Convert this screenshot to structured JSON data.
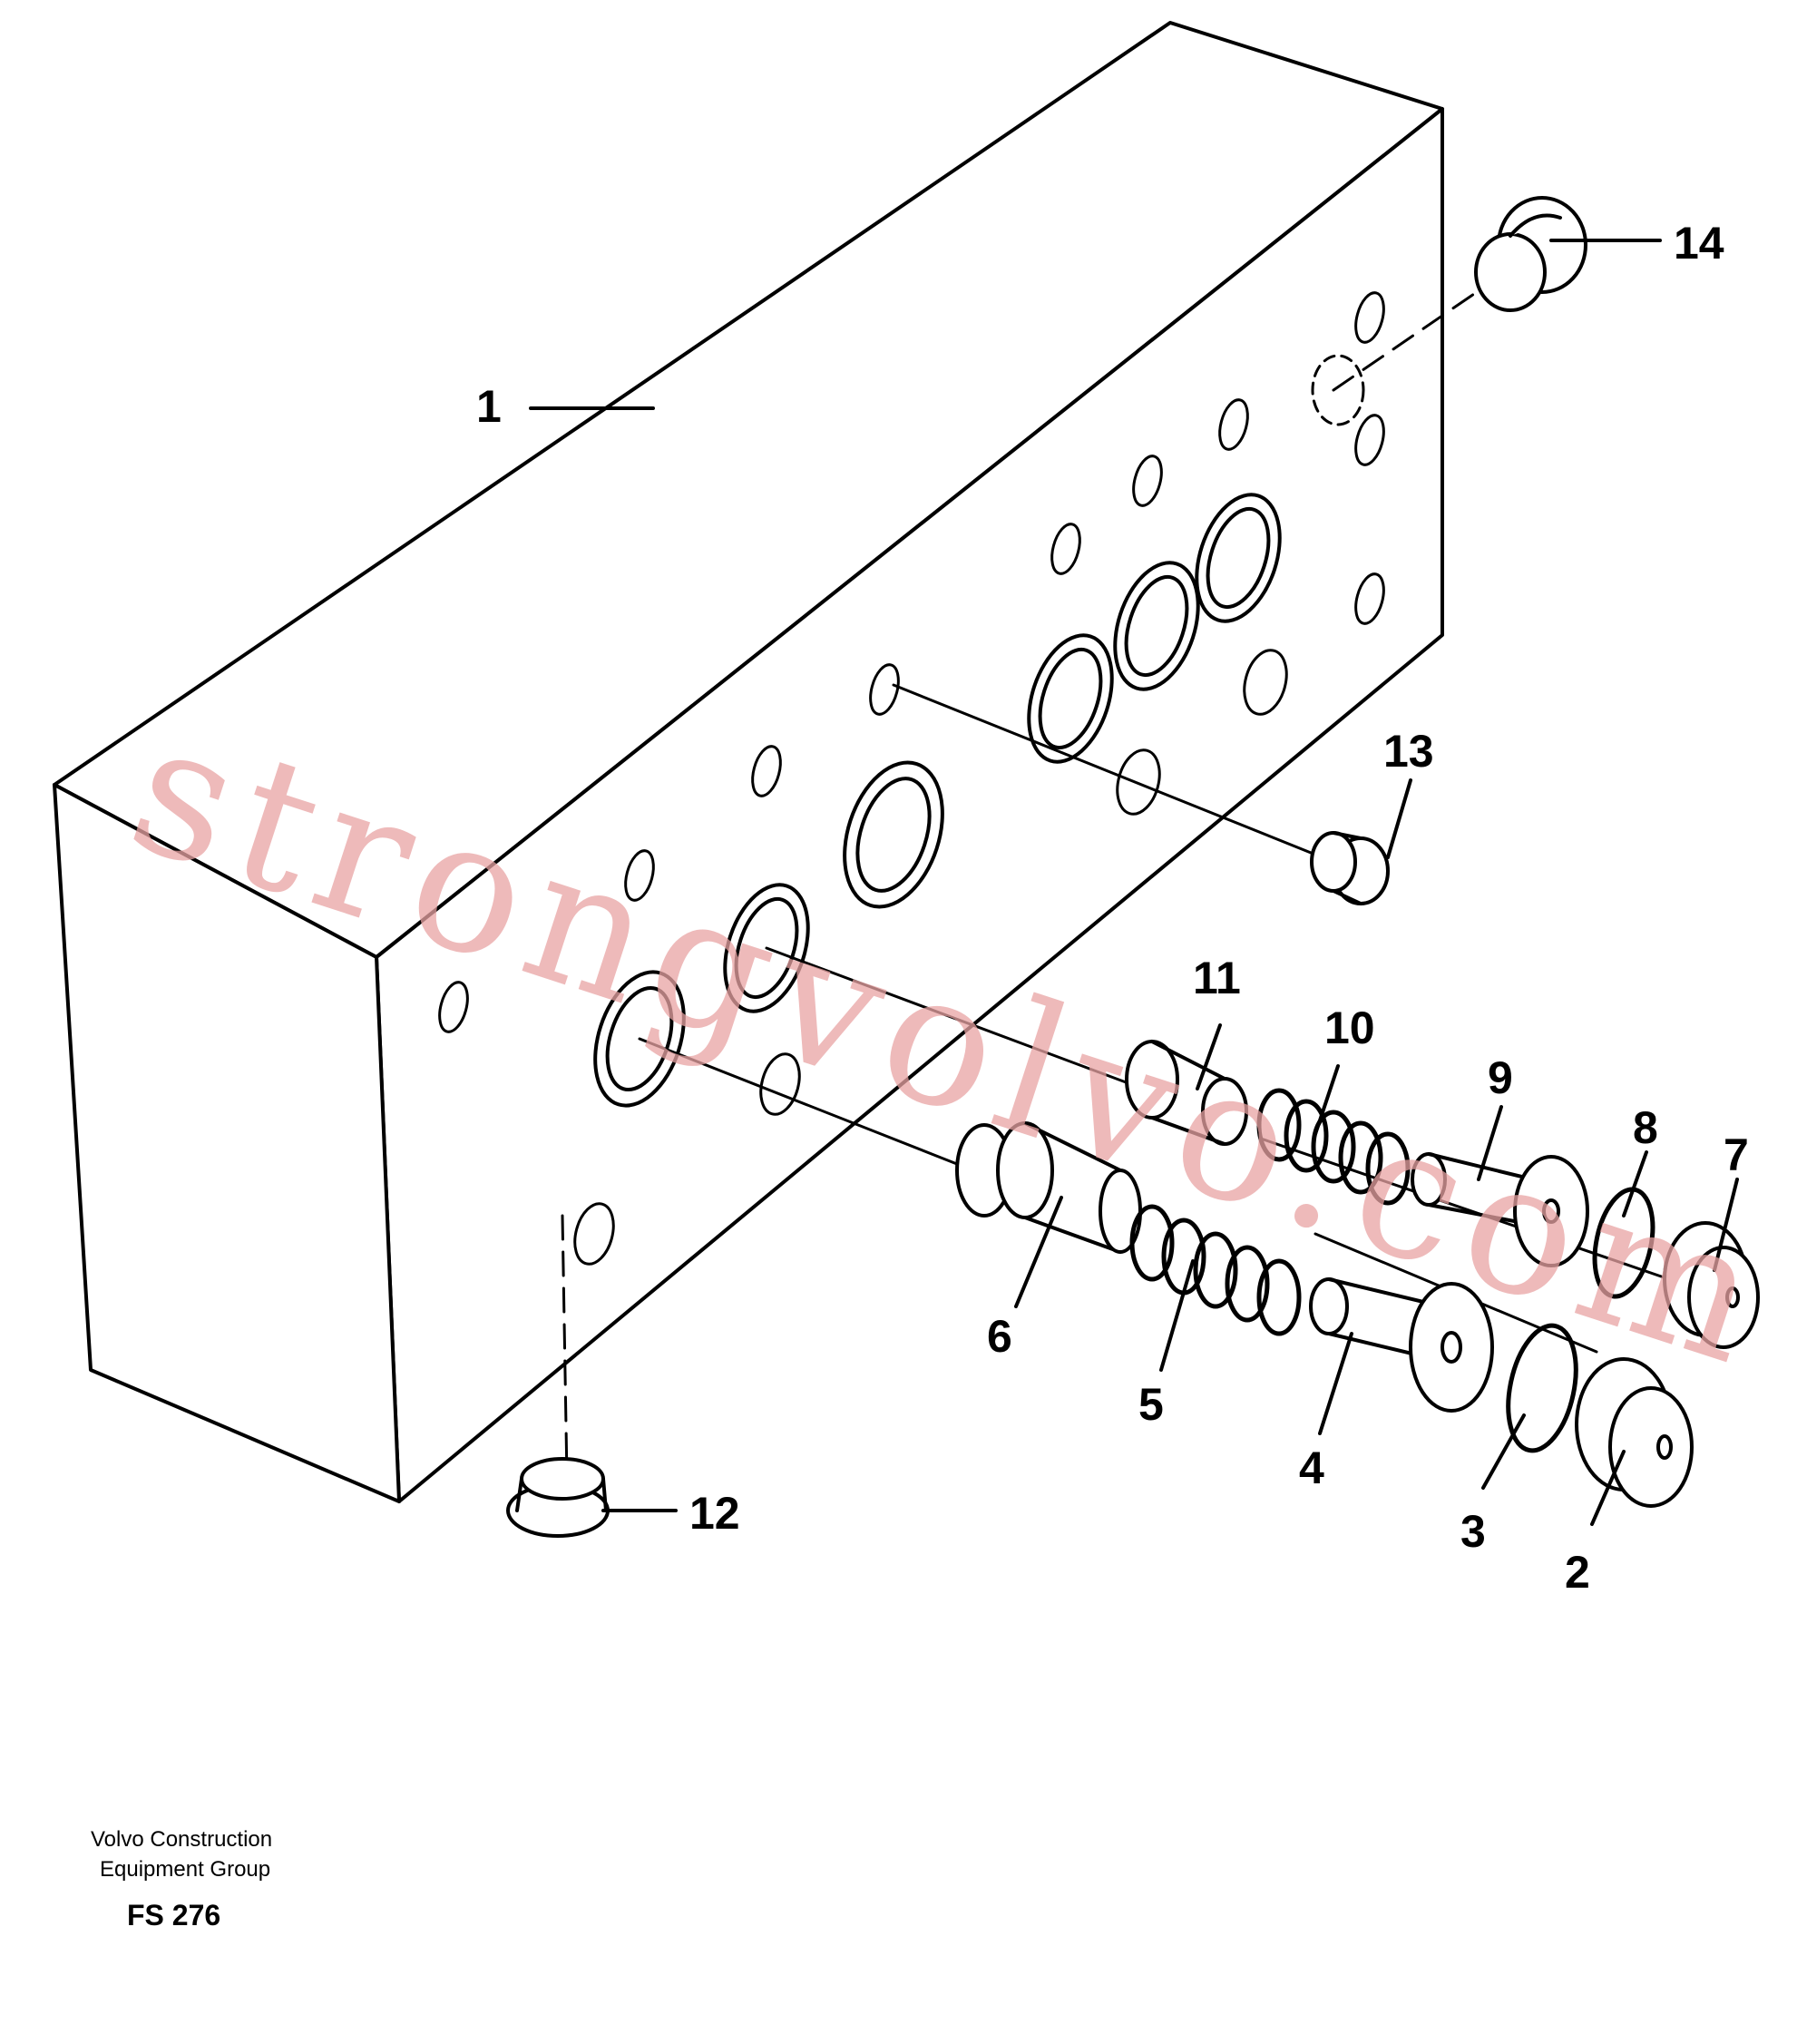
{
  "callouts": [
    "1",
    "2",
    "3",
    "4",
    "5",
    "6",
    "7",
    "8",
    "9",
    "10",
    "11",
    "12",
    "13",
    "14"
  ],
  "footer": {
    "company_line1": "Volvo Construction",
    "company_line2": "Equipment Group",
    "code": "FS 276"
  },
  "watermark": "strongvolvo.com",
  "colors": {
    "line": "#000000",
    "watermark": "#e8a3a3",
    "background": "#ffffff"
  }
}
